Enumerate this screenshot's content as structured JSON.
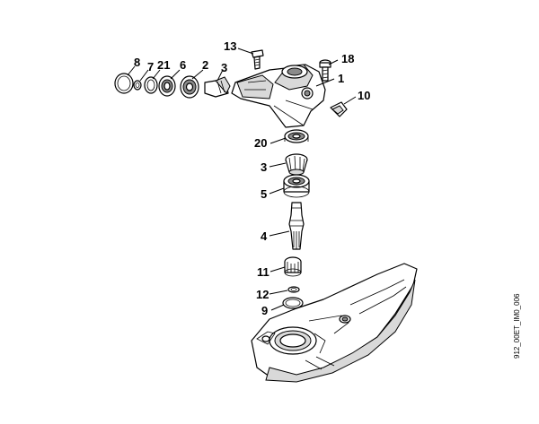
{
  "diagram": {
    "callouts": [
      {
        "id": "c13",
        "label": "13"
      },
      {
        "id": "c18",
        "label": "18"
      },
      {
        "id": "c1",
        "label": "1"
      },
      {
        "id": "c10",
        "label": "10"
      },
      {
        "id": "c8",
        "label": "8"
      },
      {
        "id": "c7",
        "label": "7"
      },
      {
        "id": "c21",
        "label": "21"
      },
      {
        "id": "c6",
        "label": "6"
      },
      {
        "id": "c2",
        "label": "2"
      },
      {
        "id": "c3a",
        "label": "3"
      },
      {
        "id": "c20",
        "label": "20"
      },
      {
        "id": "c3b",
        "label": "3"
      },
      {
        "id": "c5",
        "label": "5"
      },
      {
        "id": "c4",
        "label": "4"
      },
      {
        "id": "c11",
        "label": "11"
      },
      {
        "id": "c12",
        "label": "12"
      },
      {
        "id": "c9",
        "label": "9"
      }
    ],
    "reference_code": "912_00ET_IM0_006"
  }
}
